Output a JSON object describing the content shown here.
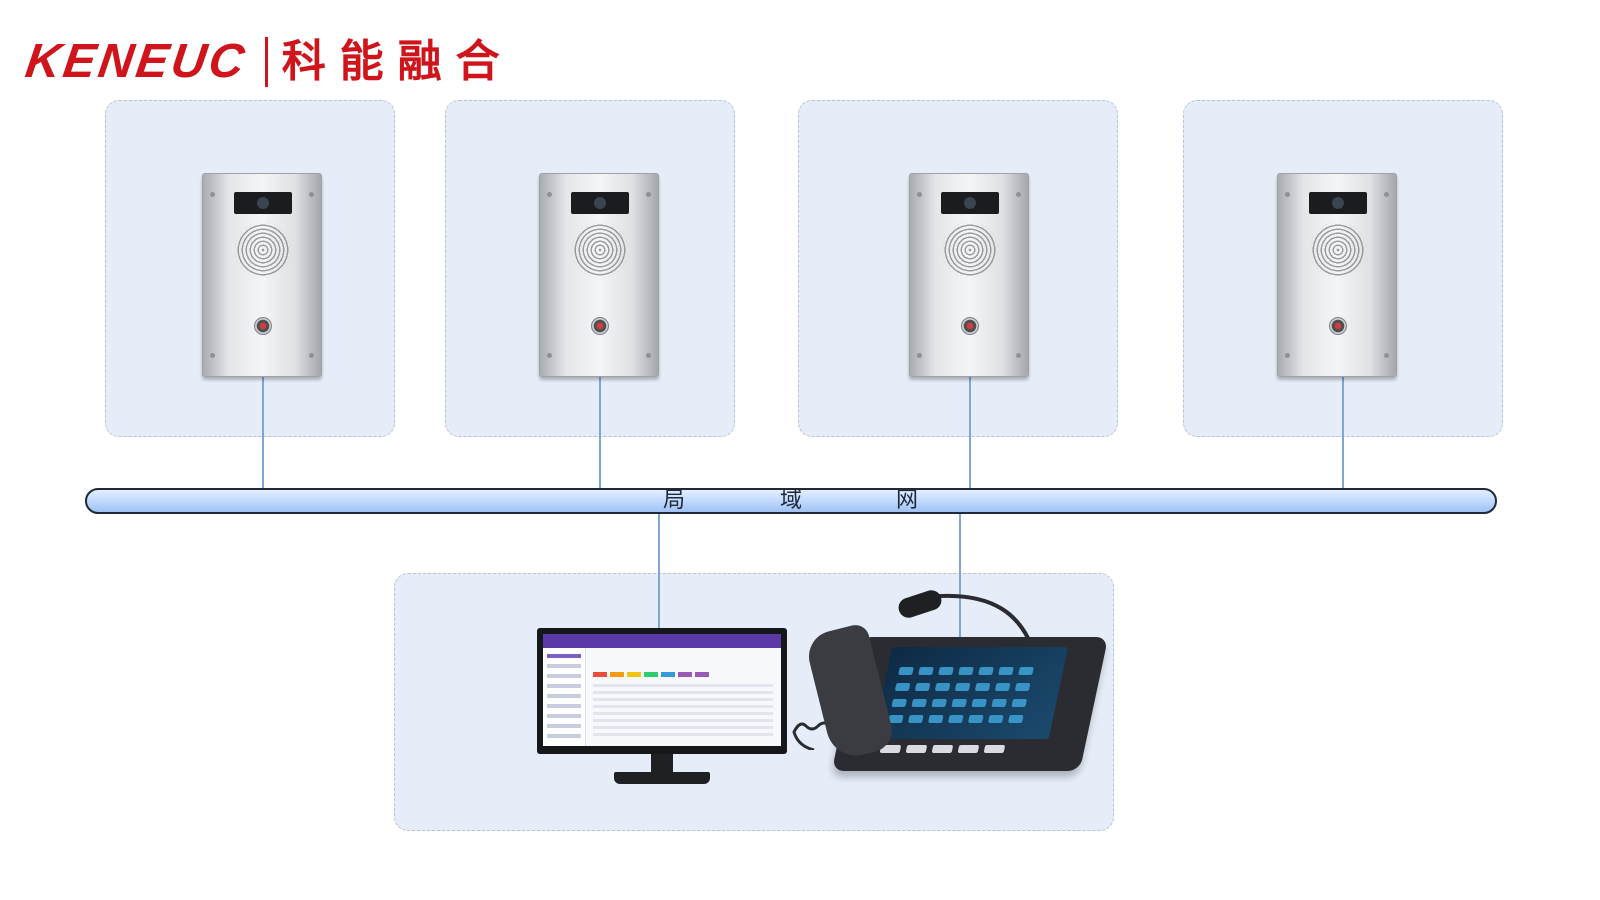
{
  "logo": {
    "brand_en": "KENEUC",
    "brand_cn": "科能融合"
  },
  "network": {
    "label_chars": [
      "局",
      "域",
      "网"
    ]
  },
  "colors": {
    "brand": "#d0141c",
    "zone": "#e6edf8",
    "link": "#7fa7d6",
    "bus": "#c4dcff"
  },
  "icons": {
    "intercom": "sip-intercom-icon",
    "monitor": "management-pc-icon",
    "console": "dispatch-console-icon"
  }
}
